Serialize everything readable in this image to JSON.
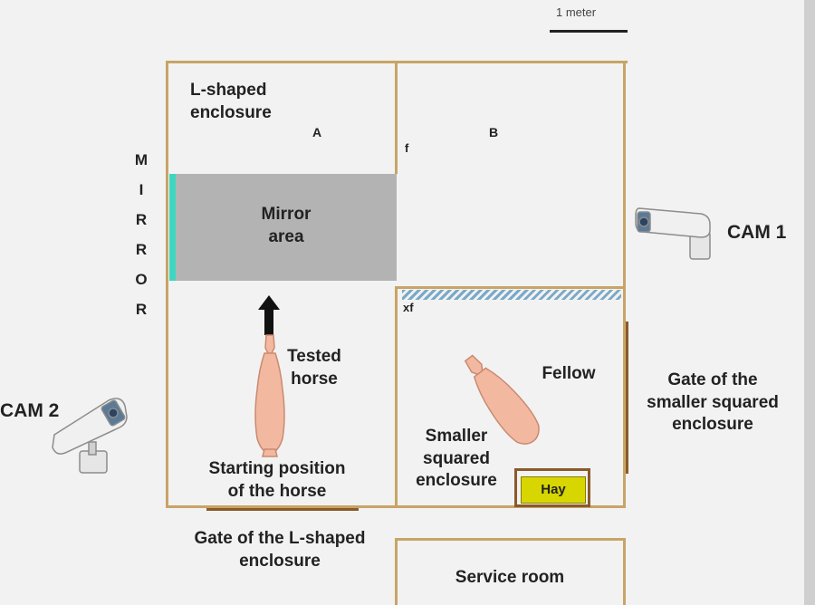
{
  "scale_bar": {
    "label": "1 meter"
  },
  "labels": {
    "l_shaped": "L-shaped\nenclosure",
    "point_a": "A",
    "point_b": "B",
    "point_f": "f",
    "point_xf": "xf",
    "mirror_vertical": [
      "M",
      "I",
      "R",
      "R",
      "O",
      "R"
    ],
    "mirror_area": "Mirror\narea",
    "tested_horse": "Tested\nhorse",
    "fellow": "Fellow",
    "starting_position": "Starting position\nof the horse",
    "smaller_enclosure": "Smaller\nsquared\nenclosure",
    "hay": "Hay",
    "gate_l": "Gate of the L-shaped\nenclosure",
    "gate_small": "Gate of the\nsmaller squared\nenclosure",
    "service_room": "Service room",
    "cam1": "CAM 1",
    "cam2": "CAM 2"
  },
  "colors": {
    "wall": "#c8a466",
    "mirror_strip": "#3fd6c0",
    "mirror_area": "#b3b3b3",
    "hay": "#d8d600",
    "gate": "#8a5a2b",
    "horse": "#f3b9a0"
  },
  "icons": {
    "camera": "security-camera-icon",
    "arrow": "arrow-up-icon",
    "horse": "horse-silhouette-icon"
  }
}
